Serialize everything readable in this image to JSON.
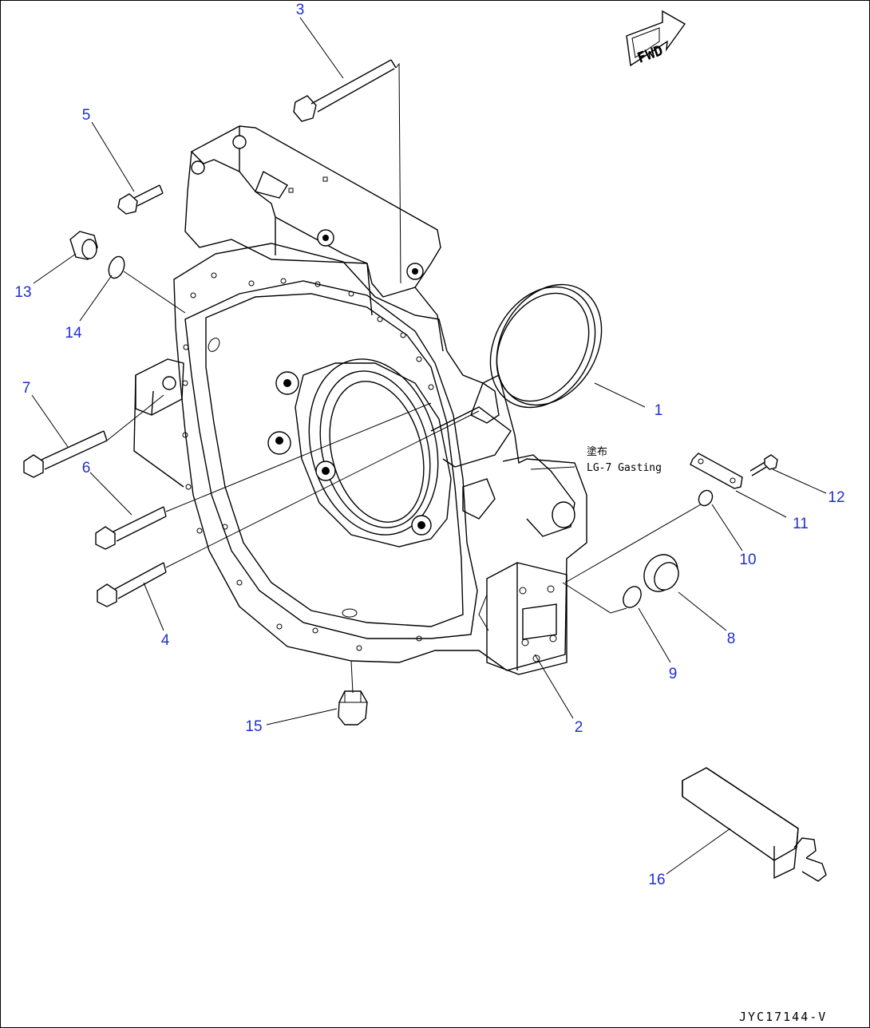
{
  "diagram": {
    "forward_marker": "FWD",
    "note_line1": "塗布",
    "note_line2": "LG-7 Gasting",
    "drawing_id": "JYC17144-V",
    "callouts": [
      "1",
      "2",
      "3",
      "4",
      "5",
      "6",
      "7",
      "8",
      "9",
      "10",
      "11",
      "12",
      "13",
      "14",
      "15",
      "16"
    ],
    "colors": {
      "callout": "#1f2fd0",
      "lines": "#000000",
      "background": "#ffffff"
    }
  }
}
